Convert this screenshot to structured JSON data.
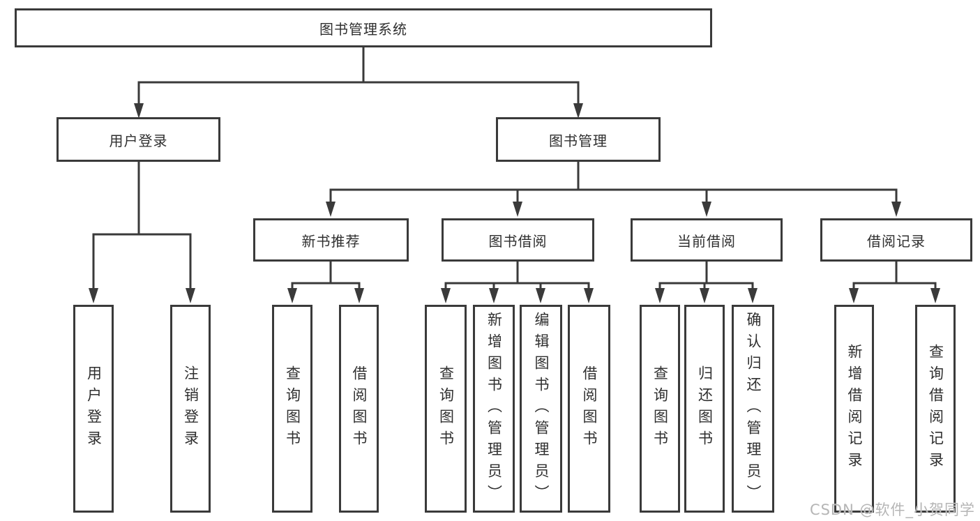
{
  "diagram": {
    "root": "图书管理系统",
    "branches": [
      {
        "label": "用户登录",
        "children": [
          "用户登录",
          "注销登录"
        ]
      },
      {
        "label": "图书管理",
        "groups": [
          {
            "label": "新书推荐",
            "children": [
              "查询图书",
              "借阅图书"
            ]
          },
          {
            "label": "图书借阅",
            "children": [
              "查询图书",
              "新增图书（管理员）",
              "编辑图书（管理员）",
              "借阅图书"
            ]
          },
          {
            "label": "当前借阅",
            "children": [
              "查询图书",
              "归还图书",
              "确认归还（管理员）"
            ]
          },
          {
            "label": "借阅记录",
            "children": [
              "新增借阅记录",
              "查询借阅记录"
            ]
          }
        ]
      }
    ]
  },
  "watermark": "CSDN @软件_小贺同学",
  "colors": {
    "line": "#3a3a3a",
    "text": "#2f2f2f",
    "watermark": "#b5b5b5",
    "background": "#ffffff"
  }
}
